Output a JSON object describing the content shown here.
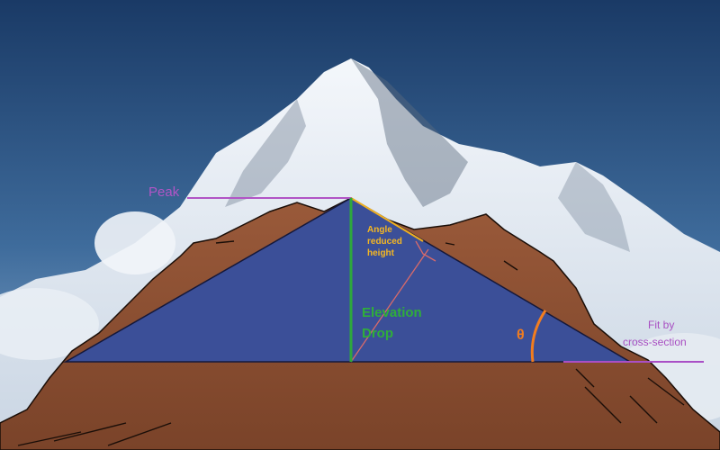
{
  "labels": {
    "peak": "Peak",
    "angle_line1": "Angle",
    "angle_line2": "reduced",
    "angle_line3": "height",
    "elevation_line1": "Elevation",
    "elevation_line2": "Drop",
    "theta": "θ",
    "fit_line1": "Fit by",
    "fit_line2": "cross-section"
  },
  "colors": {
    "sky_top": "#1b3d6b",
    "sky_bottom": "#6f97bf",
    "snow": "#eef3f8",
    "rock": "#8a4f33",
    "triangle_fill": "#3b4f98",
    "peak_line": "#b155c6",
    "elevation_line": "#2ea83c",
    "slope_highlight": "#f0b020",
    "theta_arc": "#f27d1f",
    "angle_text": "#f5b722",
    "elevation_text": "#2fae3a",
    "fit_text": "#a84fc2"
  }
}
